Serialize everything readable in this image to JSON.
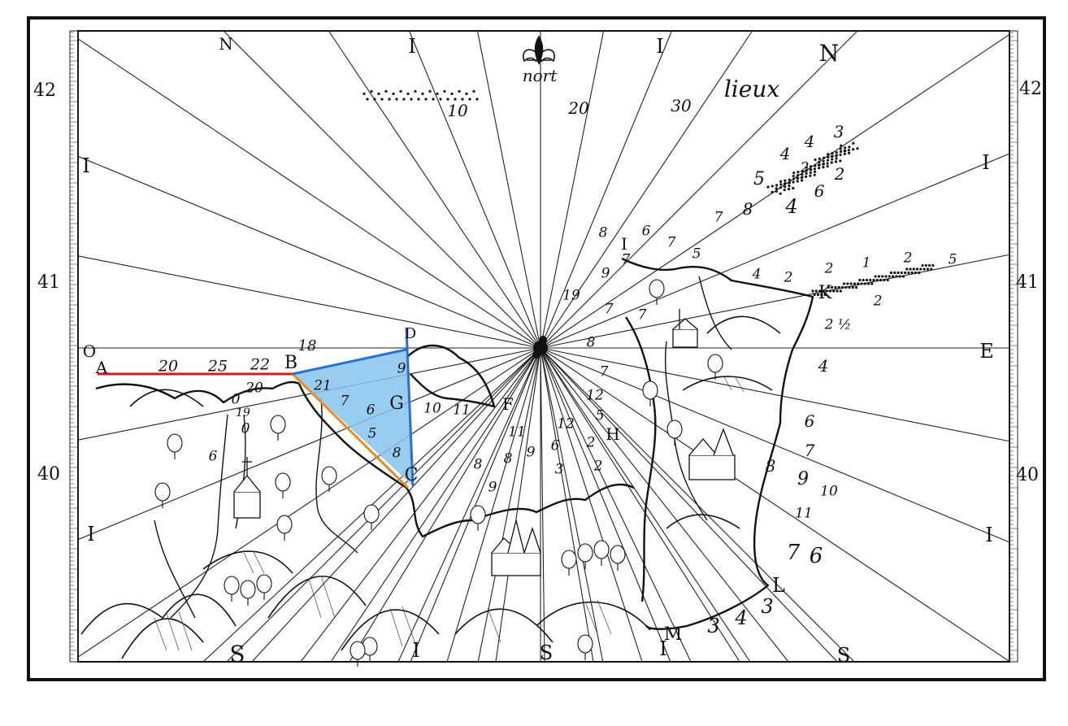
{
  "title": "nort",
  "scale_label": "lieux",
  "scale_ticks": [
    "10",
    "20",
    "30"
  ],
  "latitudes": {
    "left": [
      "42",
      "41",
      "40"
    ],
    "right": [
      "42",
      "41",
      "40"
    ]
  },
  "compass": {
    "north_top_left": "N",
    "north_top_right": "N",
    "east": "E",
    "west": "O",
    "south_left": "S",
    "south_mid": "S",
    "south_right": "S",
    "quarter_top_a": "I",
    "quarter_top_b": "I",
    "quarter_left_a": "I",
    "quarter_left_b": "I",
    "quarter_right_a": "I",
    "quarter_right_b": "I",
    "quarter_bottom_a": "I",
    "quarter_bottom_b": "I"
  },
  "points": {
    "A": "A",
    "B": "B",
    "C": "C",
    "D": "D",
    "F": "F",
    "G": "G",
    "H": "H",
    "I": "I",
    "K": "K",
    "L": "L",
    "M": "M"
  },
  "colors": {
    "red_line": "#d61a1a",
    "orange_line": "#ef8a1c",
    "blue_line": "#2a6fd6",
    "blue_fill": "#86c3ee"
  },
  "distances_ab": [
    "20",
    "25",
    "22",
    "18"
  ],
  "soundings": {
    "left_shore": [
      "20",
      "0",
      "19",
      "6",
      "0"
    ],
    "triangle": [
      "9",
      "21",
      "7",
      "6",
      "5",
      "8"
    ],
    "south_center": [
      "10",
      "11",
      "11",
      "12",
      "12",
      "5",
      "2",
      "8",
      "8",
      "9",
      "6",
      "3",
      "2",
      "9"
    ],
    "east_inner": [
      "7",
      "8",
      "7",
      "7",
      "9",
      "19",
      "7",
      "8",
      "6",
      "7",
      "5"
    ],
    "bank_ne": [
      "3",
      "4",
      "4",
      "2",
      "5",
      "6",
      "2",
      "8",
      "4",
      "7"
    ],
    "bank_k": [
      "4",
      "2",
      "2",
      "1",
      "2",
      "5",
      "2",
      "2 ½"
    ],
    "east_coast": [
      "4",
      "6",
      "7",
      "8",
      "9",
      "10",
      "11",
      "7",
      "6",
      "3",
      "4",
      "3"
    ]
  }
}
